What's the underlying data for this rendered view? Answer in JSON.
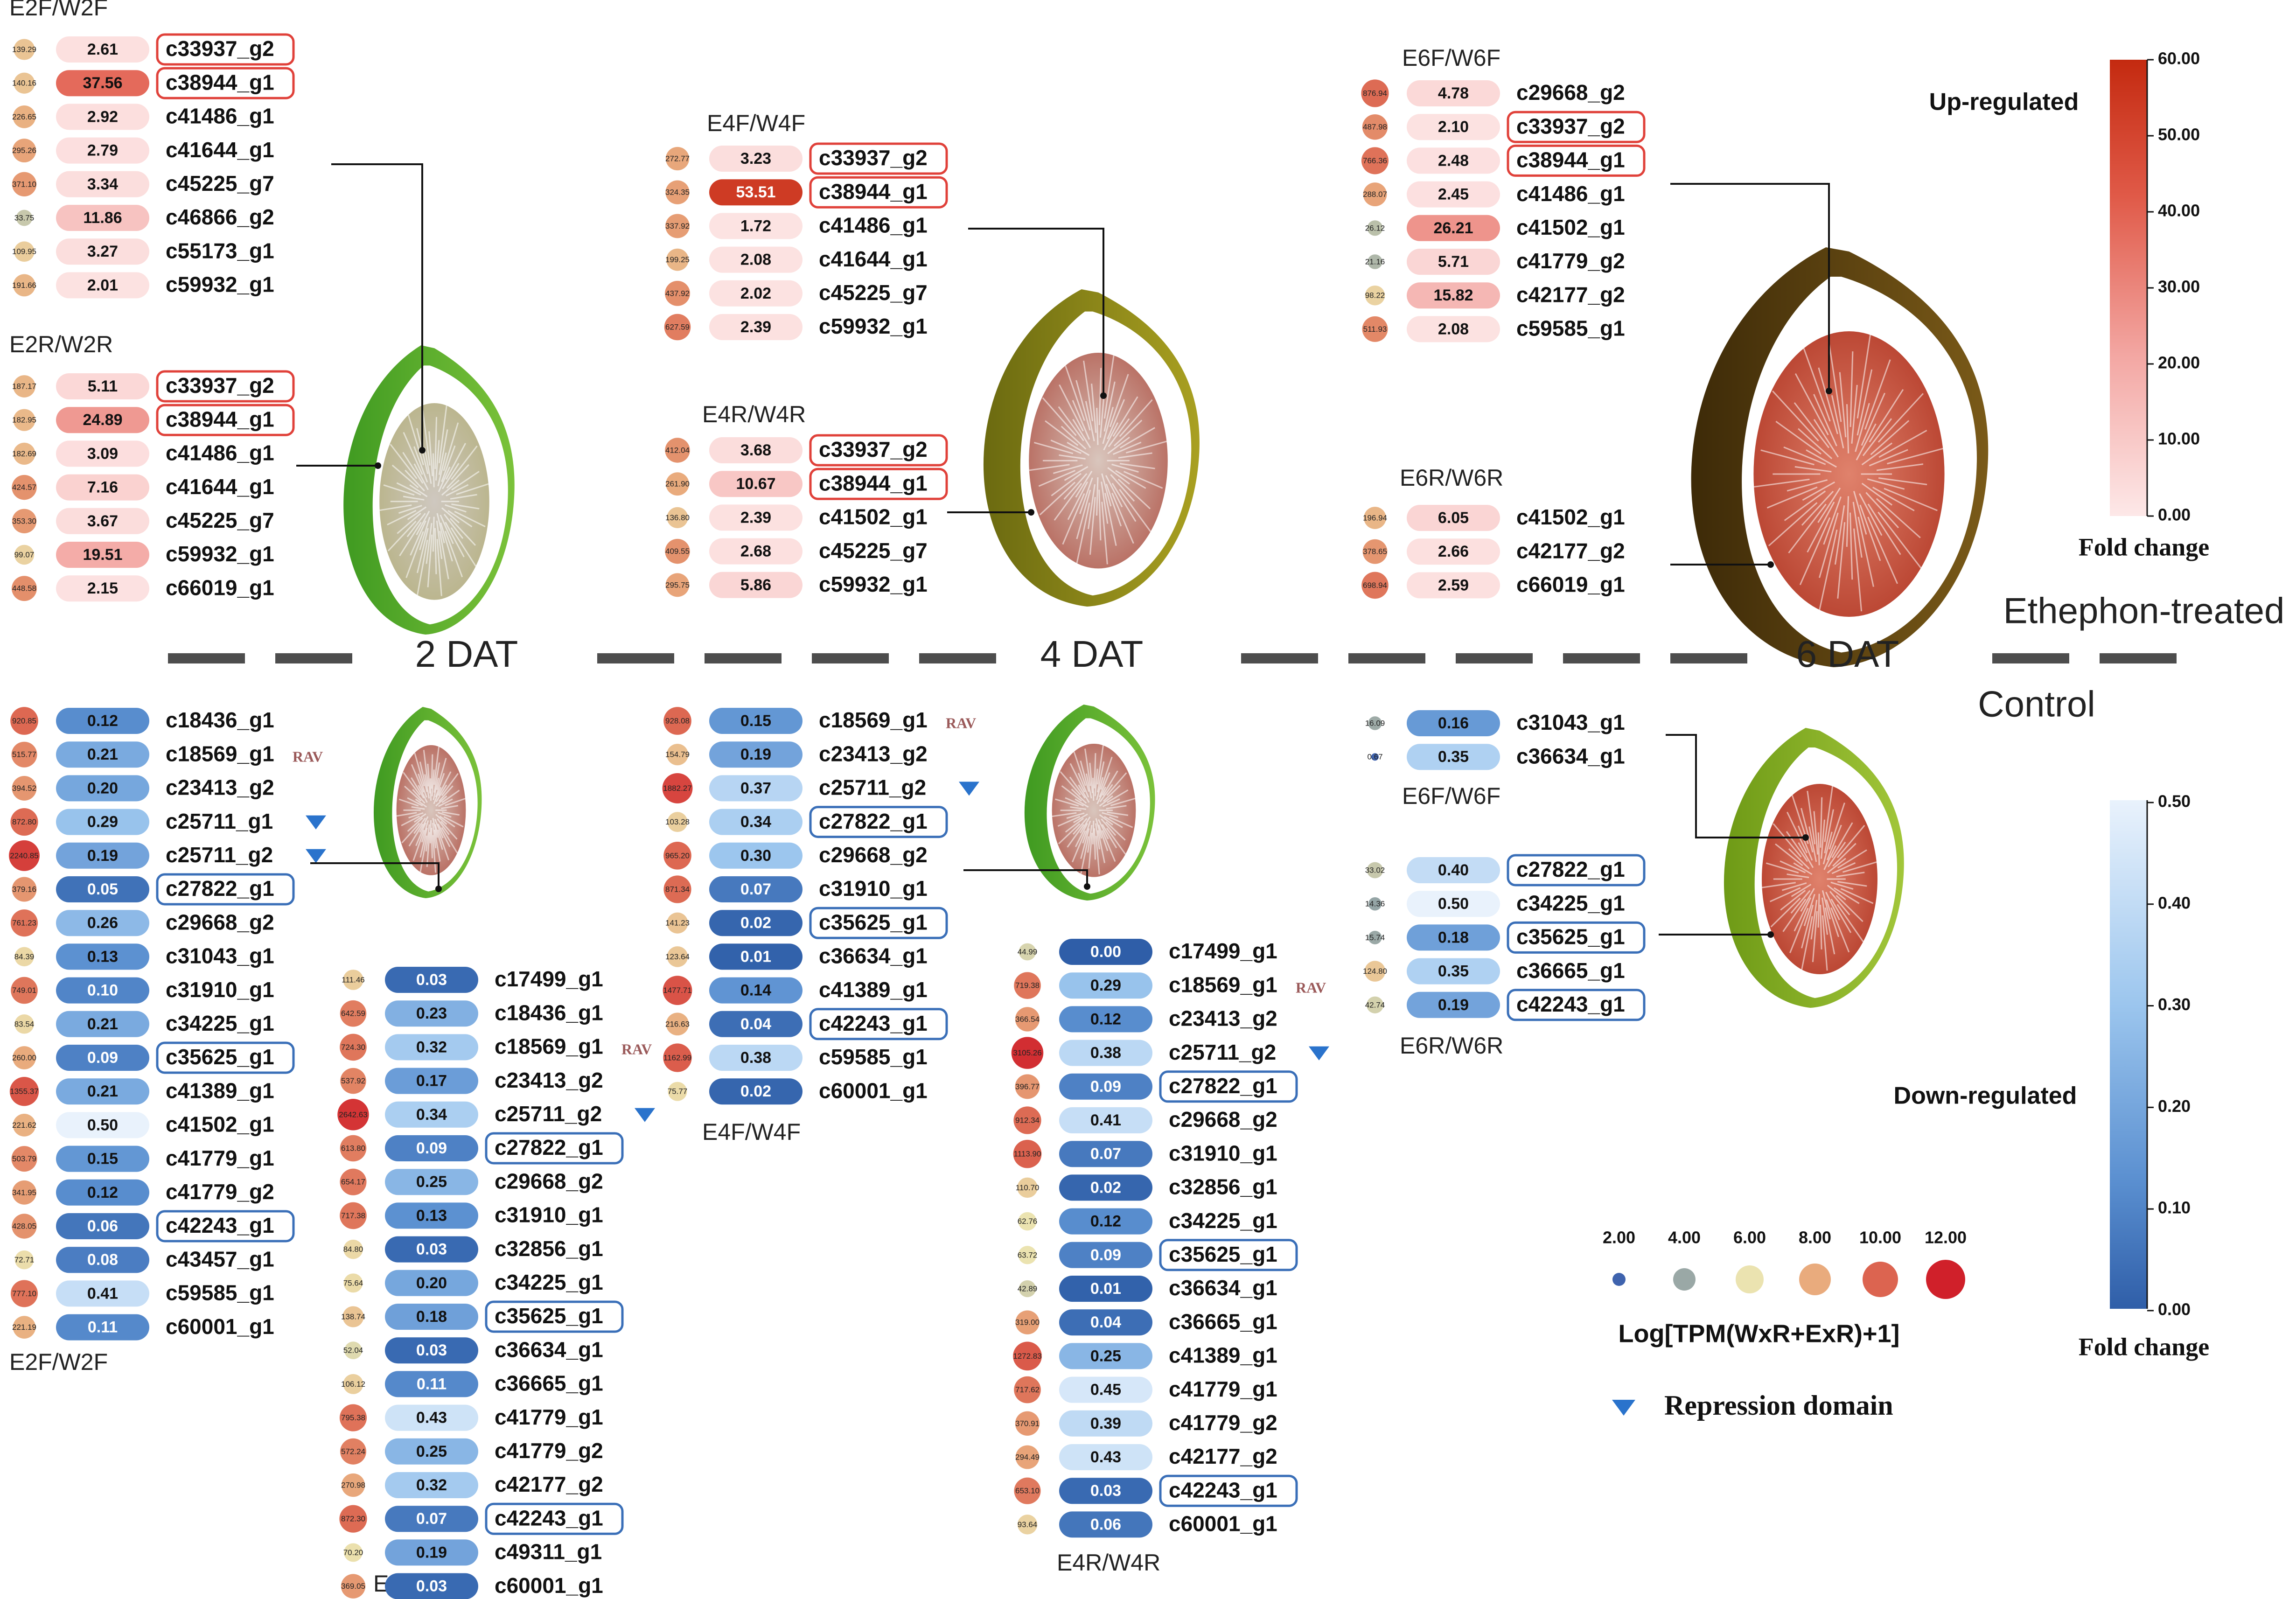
{
  "colors": {
    "up_dark": "#c42a10",
    "up_light": "#fde8e8",
    "down_dark": "#2f5ea8",
    "down_light": "#e9f2fc",
    "gene_box_up": "#e0413a",
    "gene_box_down": "#3a6fb8",
    "divider": "#4d4d4d",
    "repression": "#2a73cc",
    "rav": "#9b5a5a",
    "dot_scale": [
      "#3f63ae",
      "#9aa8a6",
      "#ebe3b0",
      "#e9ab7d",
      "#dc6450",
      "#d0202a"
    ]
  },
  "divider": {
    "stage_labels": [
      "2 DAT",
      "4 DAT",
      "6 DAT"
    ],
    "treatment_top": "Ethephon-treated",
    "treatment_bottom": "Control"
  },
  "legends": {
    "up": {
      "title": "Up-regulated",
      "axis_label": "Fold change",
      "ticks": [
        "60.00",
        "50.00",
        "40.00",
        "30.00",
        "20.00",
        "10.00",
        "0.00"
      ]
    },
    "down": {
      "title": "Down-regulated",
      "axis_label": "Fold change",
      "ticks": [
        "0.50",
        "0.40",
        "0.30",
        "0.20",
        "0.10",
        "0.00"
      ]
    },
    "dot_size": {
      "title": "Log[TPM(WxR+ExR)+1]",
      "values": [
        "2.00",
        "4.00",
        "6.00",
        "8.00",
        "10.00",
        "12.00"
      ]
    },
    "repression": {
      "label": "Repression domain",
      "icon": "triangle-down-icon"
    },
    "rav_marker": "RAV"
  },
  "panels": [
    {
      "id": "e2f-w2f",
      "title": "E2F/W2F",
      "regulation": "up",
      "rows": [
        {
          "tpm": "139.29",
          "dot": 7.1,
          "fc": "2.61",
          "gene": "c33937_g2",
          "boxed": true
        },
        {
          "tpm": "140.16",
          "dot": 7.1,
          "fc": "37.56",
          "gene": "c38944_g1",
          "boxed": true
        },
        {
          "tpm": "226.65",
          "dot": 7.8,
          "fc": "2.92",
          "gene": "c41486_g1"
        },
        {
          "tpm": "295.26",
          "dot": 8.2,
          "fc": "2.79",
          "gene": "c41644_g1"
        },
        {
          "tpm": "371.10",
          "dot": 8.5,
          "fc": "3.34",
          "gene": "c45225_g7"
        },
        {
          "tpm": "33.75",
          "dot": 5.1,
          "fc": "11.86",
          "gene": "c46866_g2"
        },
        {
          "tpm": "109.95",
          "dot": 6.8,
          "fc": "3.27",
          "gene": "c55173_g1"
        },
        {
          "tpm": "191.66",
          "dot": 7.6,
          "fc": "2.01",
          "gene": "c59932_g1"
        }
      ]
    },
    {
      "id": "e2r-w2r",
      "title": "E2R/W2R",
      "regulation": "up",
      "rows": [
        {
          "tpm": "187.17",
          "dot": 7.6,
          "fc": "5.11",
          "gene": "c33937_g2",
          "boxed": true
        },
        {
          "tpm": "182.95",
          "dot": 7.5,
          "fc": "24.89",
          "gene": "c38944_g1",
          "boxed": true
        },
        {
          "tpm": "182.69",
          "dot": 7.5,
          "fc": "3.09",
          "gene": "c41486_g1"
        },
        {
          "tpm": "424.57",
          "dot": 8.7,
          "fc": "7.16",
          "gene": "c41644_g1"
        },
        {
          "tpm": "353.30",
          "dot": 8.5,
          "fc": "3.67",
          "gene": "c45225_g7"
        },
        {
          "tpm": "99.07",
          "dot": 6.6,
          "fc": "19.51",
          "gene": "c59932_g1"
        },
        {
          "tpm": "448.58",
          "dot": 8.8,
          "fc": "2.15",
          "gene": "c66019_g1"
        }
      ]
    },
    {
      "id": "e4f-w4f",
      "title": "E4F/W4F",
      "regulation": "up",
      "rows": [
        {
          "tpm": "272.77",
          "dot": 8.1,
          "fc": "3.23",
          "gene": "c33937_g2",
          "boxed": true
        },
        {
          "tpm": "324.35",
          "dot": 8.3,
          "fc": "53.51",
          "gene": "c38944_g1",
          "boxed": true
        },
        {
          "tpm": "337.92",
          "dot": 8.4,
          "fc": "1.72",
          "gene": "c41486_g1"
        },
        {
          "tpm": "199.25",
          "dot": 7.6,
          "fc": "2.08",
          "gene": "c41644_g1"
        },
        {
          "tpm": "437.92",
          "dot": 8.8,
          "fc": "2.02",
          "gene": "c45225_g7"
        },
        {
          "tpm": "627.59",
          "dot": 9.3,
          "fc": "2.39",
          "gene": "c59932_g1"
        }
      ]
    },
    {
      "id": "e4r-w4r",
      "title": "E4R/W4R",
      "regulation": "up",
      "rows": [
        {
          "tpm": "412.04",
          "dot": 8.7,
          "fc": "3.68",
          "gene": "c33937_g2",
          "boxed": true
        },
        {
          "tpm": "261.90",
          "dot": 8.0,
          "fc": "10.67",
          "gene": "c38944_g1",
          "boxed": true
        },
        {
          "tpm": "136.80",
          "dot": 7.1,
          "fc": "2.39",
          "gene": "c41502_g1"
        },
        {
          "tpm": "409.55",
          "dot": 8.7,
          "fc": "2.68",
          "gene": "c45225_g7"
        },
        {
          "tpm": "295.75",
          "dot": 8.2,
          "fc": "5.86",
          "gene": "c59932_g1"
        }
      ]
    },
    {
      "id": "e6f-w6f",
      "title": "E6F/W6F",
      "regulation": "up",
      "rows": [
        {
          "tpm": "876.94",
          "dot": 9.8,
          "fc": "4.78",
          "gene": "c29668_g2"
        },
        {
          "tpm": "487.98",
          "dot": 8.9,
          "fc": "2.10",
          "gene": "c33937_g2",
          "boxed": true
        },
        {
          "tpm": "766.36",
          "dot": 9.6,
          "fc": "2.48",
          "gene": "c38944_g1",
          "boxed": true
        },
        {
          "tpm": "288.07",
          "dot": 8.2,
          "fc": "2.45",
          "gene": "c41486_g1"
        },
        {
          "tpm": "26.12",
          "dot": 4.8,
          "fc": "26.21",
          "gene": "c41502_g1"
        },
        {
          "tpm": "21.16",
          "dot": 4.5,
          "fc": "5.71",
          "gene": "c41779_g2"
        },
        {
          "tpm": "98.22",
          "dot": 6.6,
          "fc": "15.82",
          "gene": "c42177_g2"
        },
        {
          "tpm": "511.93",
          "dot": 9.0,
          "fc": "2.08",
          "gene": "c59585_g1"
        }
      ]
    },
    {
      "id": "e6r-w6r-up",
      "title": "E6R/W6R",
      "regulation": "up",
      "rows": [
        {
          "tpm": "196.94",
          "dot": 7.6,
          "fc": "6.05",
          "gene": "c41502_g1"
        },
        {
          "tpm": "378.65",
          "dot": 8.6,
          "fc": "2.66",
          "gene": "c42177_g2"
        },
        {
          "tpm": "698.94",
          "dot": 9.5,
          "fc": "2.59",
          "gene": "c66019_g1"
        }
      ]
    },
    {
      "id": "e2f-w2f-down",
      "title": "E2F/W2F",
      "regulation": "down",
      "rows": [
        {
          "tpm": "920.85",
          "dot": 9.9,
          "fc": "0.12",
          "gene": "c18436_g1"
        },
        {
          "tpm": "515.77",
          "dot": 9.0,
          "fc": "0.21",
          "gene": "c18569_g1",
          "rav": true
        },
        {
          "tpm": "394.52",
          "dot": 8.6,
          "fc": "0.20",
          "gene": "c23413_g2"
        },
        {
          "tpm": "872.80",
          "dot": 9.8,
          "fc": "0.29",
          "gene": "c25711_g1",
          "repress": true
        },
        {
          "tpm": "2240.85",
          "dot": 11.1,
          "fc": "0.19",
          "gene": "c25711_g2",
          "repress": true
        },
        {
          "tpm": "379.16",
          "dot": 8.6,
          "fc": "0.05",
          "gene": "c27822_g1",
          "boxed": true
        },
        {
          "tpm": "761.23",
          "dot": 9.6,
          "fc": "0.26",
          "gene": "c29668_g2"
        },
        {
          "tpm": "84.39",
          "dot": 6.4,
          "fc": "0.13",
          "gene": "c31043_g1"
        },
        {
          "tpm": "749.01",
          "dot": 9.5,
          "fc": "0.10",
          "gene": "c31910_g1"
        },
        {
          "tpm": "83.54",
          "dot": 6.4,
          "fc": "0.21",
          "gene": "c34225_g1"
        },
        {
          "tpm": "260.00",
          "dot": 8.0,
          "fc": "0.09",
          "gene": "c35625_g1",
          "boxed": true
        },
        {
          "tpm": "1355.37",
          "dot": 10.4,
          "fc": "0.21",
          "gene": "c41389_g1"
        },
        {
          "tpm": "221.62",
          "dot": 7.8,
          "fc": "0.50",
          "gene": "c41502_g1"
        },
        {
          "tpm": "503.79",
          "dot": 9.0,
          "fc": "0.15",
          "gene": "c41779_g1"
        },
        {
          "tpm": "341.95",
          "dot": 8.4,
          "fc": "0.12",
          "gene": "c41779_g2"
        },
        {
          "tpm": "428.05",
          "dot": 8.7,
          "fc": "0.06",
          "gene": "c42243_g1",
          "boxed": true
        },
        {
          "tpm": "72.71",
          "dot": 6.2,
          "fc": "0.08",
          "gene": "c43457_g1"
        },
        {
          "tpm": "777.10",
          "dot": 9.6,
          "fc": "0.41",
          "gene": "c59585_g1"
        },
        {
          "tpm": "221.19",
          "dot": 7.8,
          "fc": "0.11",
          "gene": "c60001_g1"
        }
      ]
    },
    {
      "id": "e2r-w2r-down",
      "title": "E2R/W2R",
      "regulation": "down",
      "rows": [
        {
          "tpm": "111.46",
          "dot": 6.8,
          "fc": "0.03",
          "gene": "c17499_g1"
        },
        {
          "tpm": "642.59",
          "dot": 9.3,
          "fc": "0.23",
          "gene": "c18436_g1"
        },
        {
          "tpm": "724.30",
          "dot": 9.5,
          "fc": "0.32",
          "gene": "c18569_g1",
          "rav": true
        },
        {
          "tpm": "537.92",
          "dot": 9.1,
          "fc": "0.17",
          "gene": "c23413_g2"
        },
        {
          "tpm": "2642.63",
          "dot": 11.4,
          "fc": "0.34",
          "gene": "c25711_g2",
          "repress": true
        },
        {
          "tpm": "613.80",
          "dot": 9.3,
          "fc": "0.09",
          "gene": "c27822_g1",
          "boxed": true
        },
        {
          "tpm": "654.17",
          "dot": 9.4,
          "fc": "0.25",
          "gene": "c29668_g2"
        },
        {
          "tpm": "717.38",
          "dot": 9.5,
          "fc": "0.13",
          "gene": "c31910_g1"
        },
        {
          "tpm": "84.80",
          "dot": 6.4,
          "fc": "0.03",
          "gene": "c32856_g1"
        },
        {
          "tpm": "75.64",
          "dot": 6.3,
          "fc": "0.20",
          "gene": "c34225_g1"
        },
        {
          "tpm": "138.74",
          "dot": 7.1,
          "fc": "0.18",
          "gene": "c35625_g1",
          "boxed": true
        },
        {
          "tpm": "52.04",
          "dot": 5.7,
          "fc": "0.03",
          "gene": "c36634_g1"
        },
        {
          "tpm": "106.12",
          "dot": 6.7,
          "fc": "0.11",
          "gene": "c36665_g1"
        },
        {
          "tpm": "795.38",
          "dot": 9.6,
          "fc": "0.43",
          "gene": "c41779_g1"
        },
        {
          "tpm": "572.24",
          "dot": 9.2,
          "fc": "0.25",
          "gene": "c41779_g2"
        },
        {
          "tpm": "270.98",
          "dot": 8.1,
          "fc": "0.32",
          "gene": "c42177_g2"
        },
        {
          "tpm": "872.30",
          "dot": 9.8,
          "fc": "0.07",
          "gene": "c42243_g1",
          "boxed": true
        },
        {
          "tpm": "70.20",
          "dot": 6.1,
          "fc": "0.19",
          "gene": "c49311_g1"
        },
        {
          "tpm": "369.05",
          "dot": 8.5,
          "fc": "0.03",
          "gene": "c60001_g1"
        }
      ]
    },
    {
      "id": "e4f-w4f-down",
      "title": "E4F/W4F",
      "regulation": "down",
      "rows": [
        {
          "tpm": "928.08",
          "dot": 9.9,
          "fc": "0.15",
          "gene": "c18569_g1",
          "rav": true
        },
        {
          "tpm": "154.79",
          "dot": 7.3,
          "fc": "0.19",
          "gene": "c23413_g2"
        },
        {
          "tpm": "1882.27",
          "dot": 10.9,
          "fc": "0.37",
          "gene": "c25711_g2",
          "repress": true
        },
        {
          "tpm": "103.28",
          "dot": 6.7,
          "fc": "0.34",
          "gene": "c27822_g1",
          "boxed": true
        },
        {
          "tpm": "965.20",
          "dot": 9.9,
          "fc": "0.30",
          "gene": "c29668_g2"
        },
        {
          "tpm": "871.34",
          "dot": 9.8,
          "fc": "0.07",
          "gene": "c31910_g1"
        },
        {
          "tpm": "141.23",
          "dot": 7.1,
          "fc": "0.02",
          "gene": "c35625_g1",
          "boxed": true
        },
        {
          "tpm": "123.64",
          "dot": 7.0,
          "fc": "0.01",
          "gene": "c36634_g1"
        },
        {
          "tpm": "1477.71",
          "dot": 10.5,
          "fc": "0.14",
          "gene": "c41389_g1"
        },
        {
          "tpm": "216.63",
          "dot": 7.8,
          "fc": "0.04",
          "gene": "c42243_g1",
          "boxed": true
        },
        {
          "tpm": "1162.99",
          "dot": 10.2,
          "fc": "0.38",
          "gene": "c59585_g1"
        },
        {
          "tpm": "75.77",
          "dot": 6.3,
          "fc": "0.02",
          "gene": "c60001_g1"
        }
      ]
    },
    {
      "id": "e4r-w4r-down",
      "title": "E4R/W4R",
      "regulation": "down",
      "rows": [
        {
          "tpm": "44.99",
          "dot": 5.5,
          "fc": "0.00",
          "gene": "c17499_g1"
        },
        {
          "tpm": "719.38",
          "dot": 9.5,
          "fc": "0.29",
          "gene": "c18569_g1",
          "rav": true
        },
        {
          "tpm": "366.54",
          "dot": 8.5,
          "fc": "0.12",
          "gene": "c23413_g2"
        },
        {
          "tpm": "3105.26",
          "dot": 11.6,
          "fc": "0.38",
          "gene": "c25711_g2",
          "repress": true
        },
        {
          "tpm": "396.77",
          "dot": 8.6,
          "fc": "0.09",
          "gene": "c27822_g1",
          "boxed": true
        },
        {
          "tpm": "912.34",
          "dot": 9.8,
          "fc": "0.41",
          "gene": "c29668_g2"
        },
        {
          "tpm": "1113.90",
          "dot": 10.1,
          "fc": "0.07",
          "gene": "c31910_g1"
        },
        {
          "tpm": "110.70",
          "dot": 6.8,
          "fc": "0.02",
          "gene": "c32856_g1"
        },
        {
          "tpm": "62.76",
          "dot": 6.0,
          "fc": "0.12",
          "gene": "c34225_g1"
        },
        {
          "tpm": "63.72",
          "dot": 6.0,
          "fc": "0.09",
          "gene": "c35625_g1",
          "boxed": true
        },
        {
          "tpm": "42.89",
          "dot": 5.4,
          "fc": "0.01",
          "gene": "c36634_g1"
        },
        {
          "tpm": "319.00",
          "dot": 8.3,
          "fc": "0.04",
          "gene": "c36665_g1"
        },
        {
          "tpm": "1272.83",
          "dot": 10.3,
          "fc": "0.25",
          "gene": "c41389_g1"
        },
        {
          "tpm": "717.62",
          "dot": 9.5,
          "fc": "0.45",
          "gene": "c41779_g1"
        },
        {
          "tpm": "370.91",
          "dot": 8.5,
          "fc": "0.39",
          "gene": "c41779_g2"
        },
        {
          "tpm": "294.49",
          "dot": 8.2,
          "fc": "0.43",
          "gene": "c42177_g2"
        },
        {
          "tpm": "653.10",
          "dot": 9.4,
          "fc": "0.03",
          "gene": "c42243_g1",
          "boxed": true
        },
        {
          "tpm": "93.64",
          "dot": 6.6,
          "fc": "0.06",
          "gene": "c60001_g1"
        }
      ]
    },
    {
      "id": "e6f-w6f-down",
      "title": "E6F/W6F",
      "regulation": "down",
      "rows": [
        {
          "tpm": "16.09",
          "dot": 4.1,
          "fc": "0.16",
          "gene": "c31043_g1"
        },
        {
          "tpm": "0.67",
          "dot": 1.5,
          "fc": "0.35",
          "gene": "c36634_g1"
        }
      ]
    },
    {
      "id": "e6r-w6r-down",
      "title": "E6R/W6R",
      "regulation": "down",
      "rows": [
        {
          "tpm": "33.02",
          "dot": 5.1,
          "fc": "0.40",
          "gene": "c27822_g1",
          "boxed": true
        },
        {
          "tpm": "14.36",
          "dot": 3.9,
          "fc": "0.50",
          "gene": "c34225_g1"
        },
        {
          "tpm": "15.74",
          "dot": 4.0,
          "fc": "0.18",
          "gene": "c35625_g1",
          "boxed": true
        },
        {
          "tpm": "124.80",
          "dot": 7.0,
          "fc": "0.35",
          "gene": "c36665_g1"
        },
        {
          "tpm": "42.74",
          "dot": 5.4,
          "fc": "0.19",
          "gene": "c42243_g1",
          "boxed": true
        }
      ]
    }
  ]
}
